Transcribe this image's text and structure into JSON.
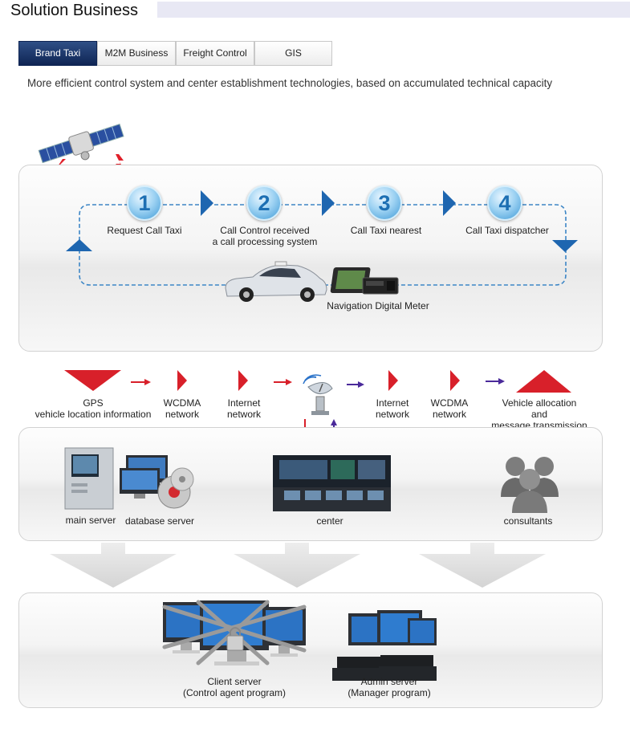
{
  "header": {
    "title": "Solution Business"
  },
  "tabs": [
    {
      "label": "Brand Taxi",
      "active": true
    },
    {
      "label": "M2M Business",
      "active": false
    },
    {
      "label": "Freight Control",
      "active": false
    },
    {
      "label": "GIS",
      "active": false
    }
  ],
  "intro": "More efficient control system and center establishment technologies, based on accumulated technical capacity",
  "process": {
    "steps": [
      {
        "num": "1",
        "label": "Request Call Taxi"
      },
      {
        "num": "2",
        "label_line1": "Call Control received",
        "label_line2": "a call processing system"
      },
      {
        "num": "3",
        "label": "Call Taxi nearest"
      },
      {
        "num": "4",
        "label": "Call Taxi dispatcher"
      }
    ],
    "devices_label": "Navigation  Digital Meter"
  },
  "flow": {
    "gps_line1": "GPS",
    "gps_line2": "vehicle location information",
    "wcdma_left_line1": "WCDMA",
    "wcdma_left_line2": "network",
    "internet_left_line1": "Internet",
    "internet_left_line2": "network",
    "internet_right_line1": "Internet",
    "internet_right_line2": "network",
    "wcdma_right_line1": "WCDMA",
    "wcdma_right_line2": "network",
    "vehicle_line1": "Vehicle allocation",
    "vehicle_line2": "and",
    "vehicle_line3": "message transmission"
  },
  "servers": {
    "main_server": "main server",
    "database_server": "database server",
    "center": "center",
    "consultants": "consultants"
  },
  "clients": {
    "client_line1": "Client server",
    "client_line2": "(Control agent program)",
    "admin_line1": "Admin server",
    "admin_line2": "(Manager program)"
  },
  "colors": {
    "accent_blue": "#1f6fb5",
    "tab_active": "#1a3566",
    "arrow_red": "#d8202a",
    "arrow_purple": "#4a2a9a",
    "title_band": "#e8e8f4"
  }
}
